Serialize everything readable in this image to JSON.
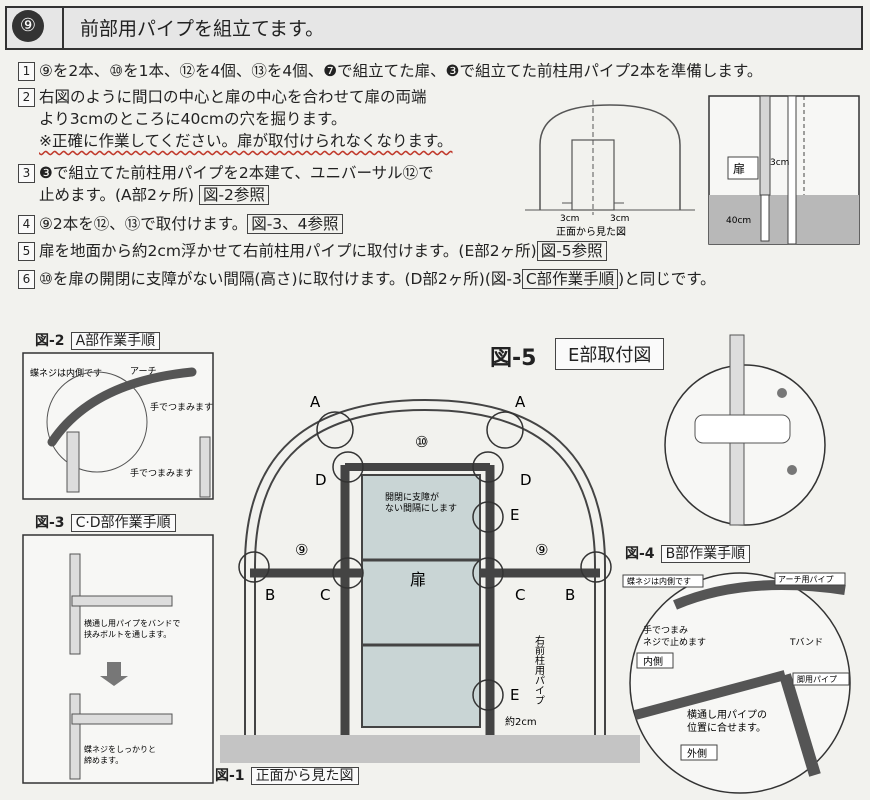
{
  "header": {
    "number": "⑨",
    "title": "前部用パイプを組立てます。"
  },
  "steps": [
    {
      "num": "1",
      "text": "⑨を2本、⑩を1本、⑫を4個、⑬を4個、❼で組立てた扉、❸で組立てた前柱用パイプ2本を準備します。"
    },
    {
      "num": "2",
      "line1": "右図のように間口の中心と扉の中心を合わせて扉の両端",
      "line2": "より3cmのところに40cmの穴を掘ります。",
      "warning": "※正確に作業してください。扉が取付けられなくなります。"
    },
    {
      "num": "3",
      "line1": "❸で組立てた前柱用パイプを2本建て、ユニバーサル⑫で",
      "line2": "止めます。(A部2ヶ所)",
      "ref": "図-2参照"
    },
    {
      "num": "4",
      "text": "⑨2本を⑫、⑬で取付けます。",
      "ref": "図-3、4参照"
    },
    {
      "num": "5",
      "text": "扉を地面から約2cm浮かせて右前柱用パイプに取付けます。(E部2ヶ所)",
      "ref": "図-5参照"
    },
    {
      "num": "6",
      "text": "⑩を扉の開閉に支障がない間隔(高さ)に取付けます。(D部2ヶ所)(図-3",
      "ref": "C部作業手順",
      "tail": ")と同じです。"
    }
  ],
  "front_sketch": {
    "dim_left": "3cm",
    "dim_right": "3cm",
    "caption": "正面から見た図"
  },
  "hole_detail": {
    "door": "扉",
    "gap": "3cm",
    "depth": "40cm"
  },
  "fig1": {
    "id": "図-1",
    "title": "正面から見た図",
    "label_A": "A",
    "label_B": "B",
    "label_C": "C",
    "label_D": "D",
    "label_E": "E",
    "part10": "⑩",
    "part9": "⑨",
    "door": "扉",
    "note": "開閉に支障が\nない間隔にします",
    "post_label": "右前柱用パイプ",
    "gap": "約2cm"
  },
  "fig2": {
    "id": "図-2",
    "title": "A部作業手順",
    "screw_note": "蝶ネジは内側です",
    "arch": "アーチ",
    "hand1": "手でつまみます",
    "hand2": "手でつまみます"
  },
  "fig3": {
    "id": "図-3",
    "title": "C·D部作業手順",
    "note1": "横通し用パイプをバンドで\n挟みボルトを通します。",
    "note2": "蝶ネジをしっかりと\n締めます。"
  },
  "fig4": {
    "id": "図-4",
    "title": "B部作業手順",
    "screw_note": "蝶ネジは内側です",
    "arch_pipe": "アーチ用パイプ",
    "hand": "手でつまみ\nネジで止めます",
    "inner": "内側",
    "tband": "Tバンド",
    "leg_pipe": "脚用パイプ",
    "align": "横通し用パイプの\n位置に合せます。",
    "outer": "外側"
  },
  "fig5": {
    "id": "図-5",
    "title": "E部取付図"
  }
}
